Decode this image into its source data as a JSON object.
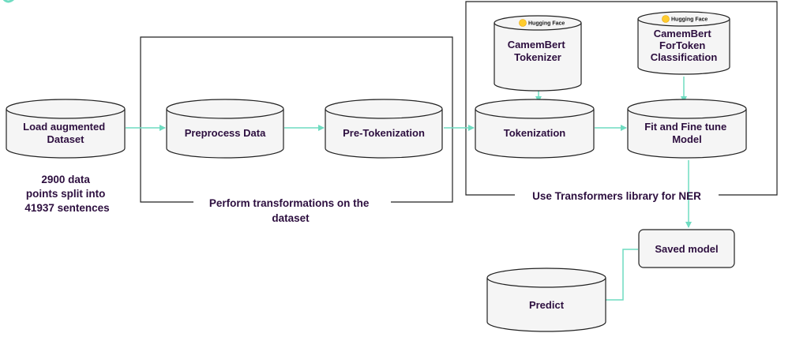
{
  "colors": {
    "accent": "#6fdcc1",
    "text": "#2d0f3f",
    "stroke": "#222222",
    "cylinder_fill": "#f5f5f5",
    "hf_yellow": "#ffcc2e"
  },
  "nodes": {
    "load_dataset": [
      "Load augmented",
      "Dataset"
    ],
    "preprocess": [
      "Preprocess Data"
    ],
    "pre_tokenization": [
      "Pre-Tokenization"
    ],
    "tokenization": [
      "Tokenization"
    ],
    "fit_finetune": [
      "Fit and Fine tune",
      "Model"
    ],
    "camembert_tokenizer": [
      "CamemBert",
      "Tokenizer"
    ],
    "camembert_fortoken": [
      "CamemBert",
      "ForToken",
      "Classification"
    ],
    "saved_model": [
      "Saved model"
    ],
    "predict": [
      "Predict"
    ]
  },
  "hugging_face_badge": {
    "icon": "hugging-face-emoji-icon",
    "text": "Hugging Face"
  },
  "captions": {
    "dataset_stats": [
      "2900 data",
      "points split into",
      "41937 sentences"
    ],
    "transformations_group": [
      "Perform transformations on the",
      "dataset"
    ],
    "transformers_group": [
      "Use Transformers library for NER"
    ]
  }
}
